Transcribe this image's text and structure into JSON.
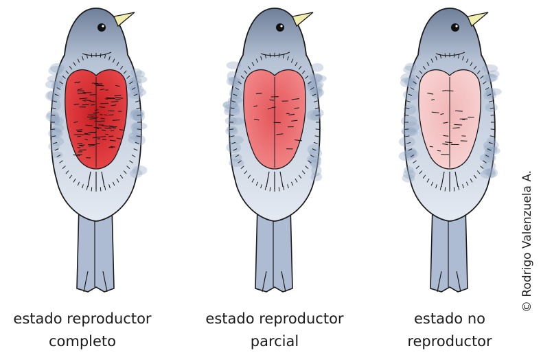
{
  "panels": [
    {
      "line1": "estado reproductor",
      "line2": "completo",
      "patch_fill": "#e8474a",
      "patch_edge": "#c61e22",
      "stroke_count": 95
    },
    {
      "line1": "estado reproductor",
      "line2": "parcial",
      "patch_fill": "#f2888a",
      "patch_edge": "#e35559",
      "stroke_count": 18
    },
    {
      "line1": "estado no",
      "line2": "reproductor",
      "patch_fill": "#f8d3d3",
      "patch_edge": "#f1b6b7",
      "stroke_count": 22
    }
  ],
  "credit": "© Rodrigo Valenzuela A.",
  "colors": {
    "plumage_head": "#6e7f99",
    "plumage_mid": "#b7c3d6",
    "plumage_light": "#e4eaf2",
    "beak": "#f1eeb0",
    "outline": "#1b1b1b"
  }
}
